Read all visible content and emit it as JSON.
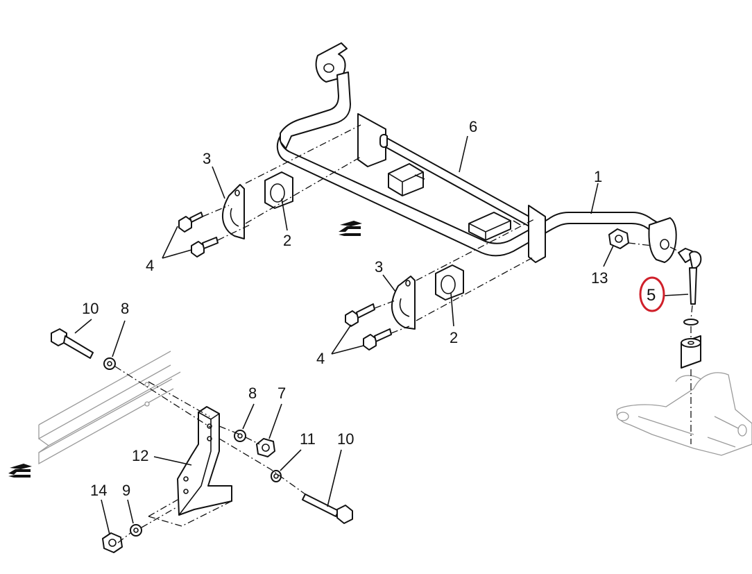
{
  "callouts": {
    "c1": "1",
    "c2a": "2",
    "c2b": "2",
    "c3a": "3",
    "c3b": "3",
    "c4a": "4",
    "c4b": "4",
    "c5": "5",
    "c6": "6",
    "c7": "7",
    "c8a": "8",
    "c8b": "8",
    "c9": "9",
    "c10a": "10",
    "c10b": "10",
    "c11": "11",
    "c12": "12",
    "c13": "13",
    "c14": "14"
  },
  "highlight": {
    "callout": "5",
    "color": "#d0202a"
  }
}
